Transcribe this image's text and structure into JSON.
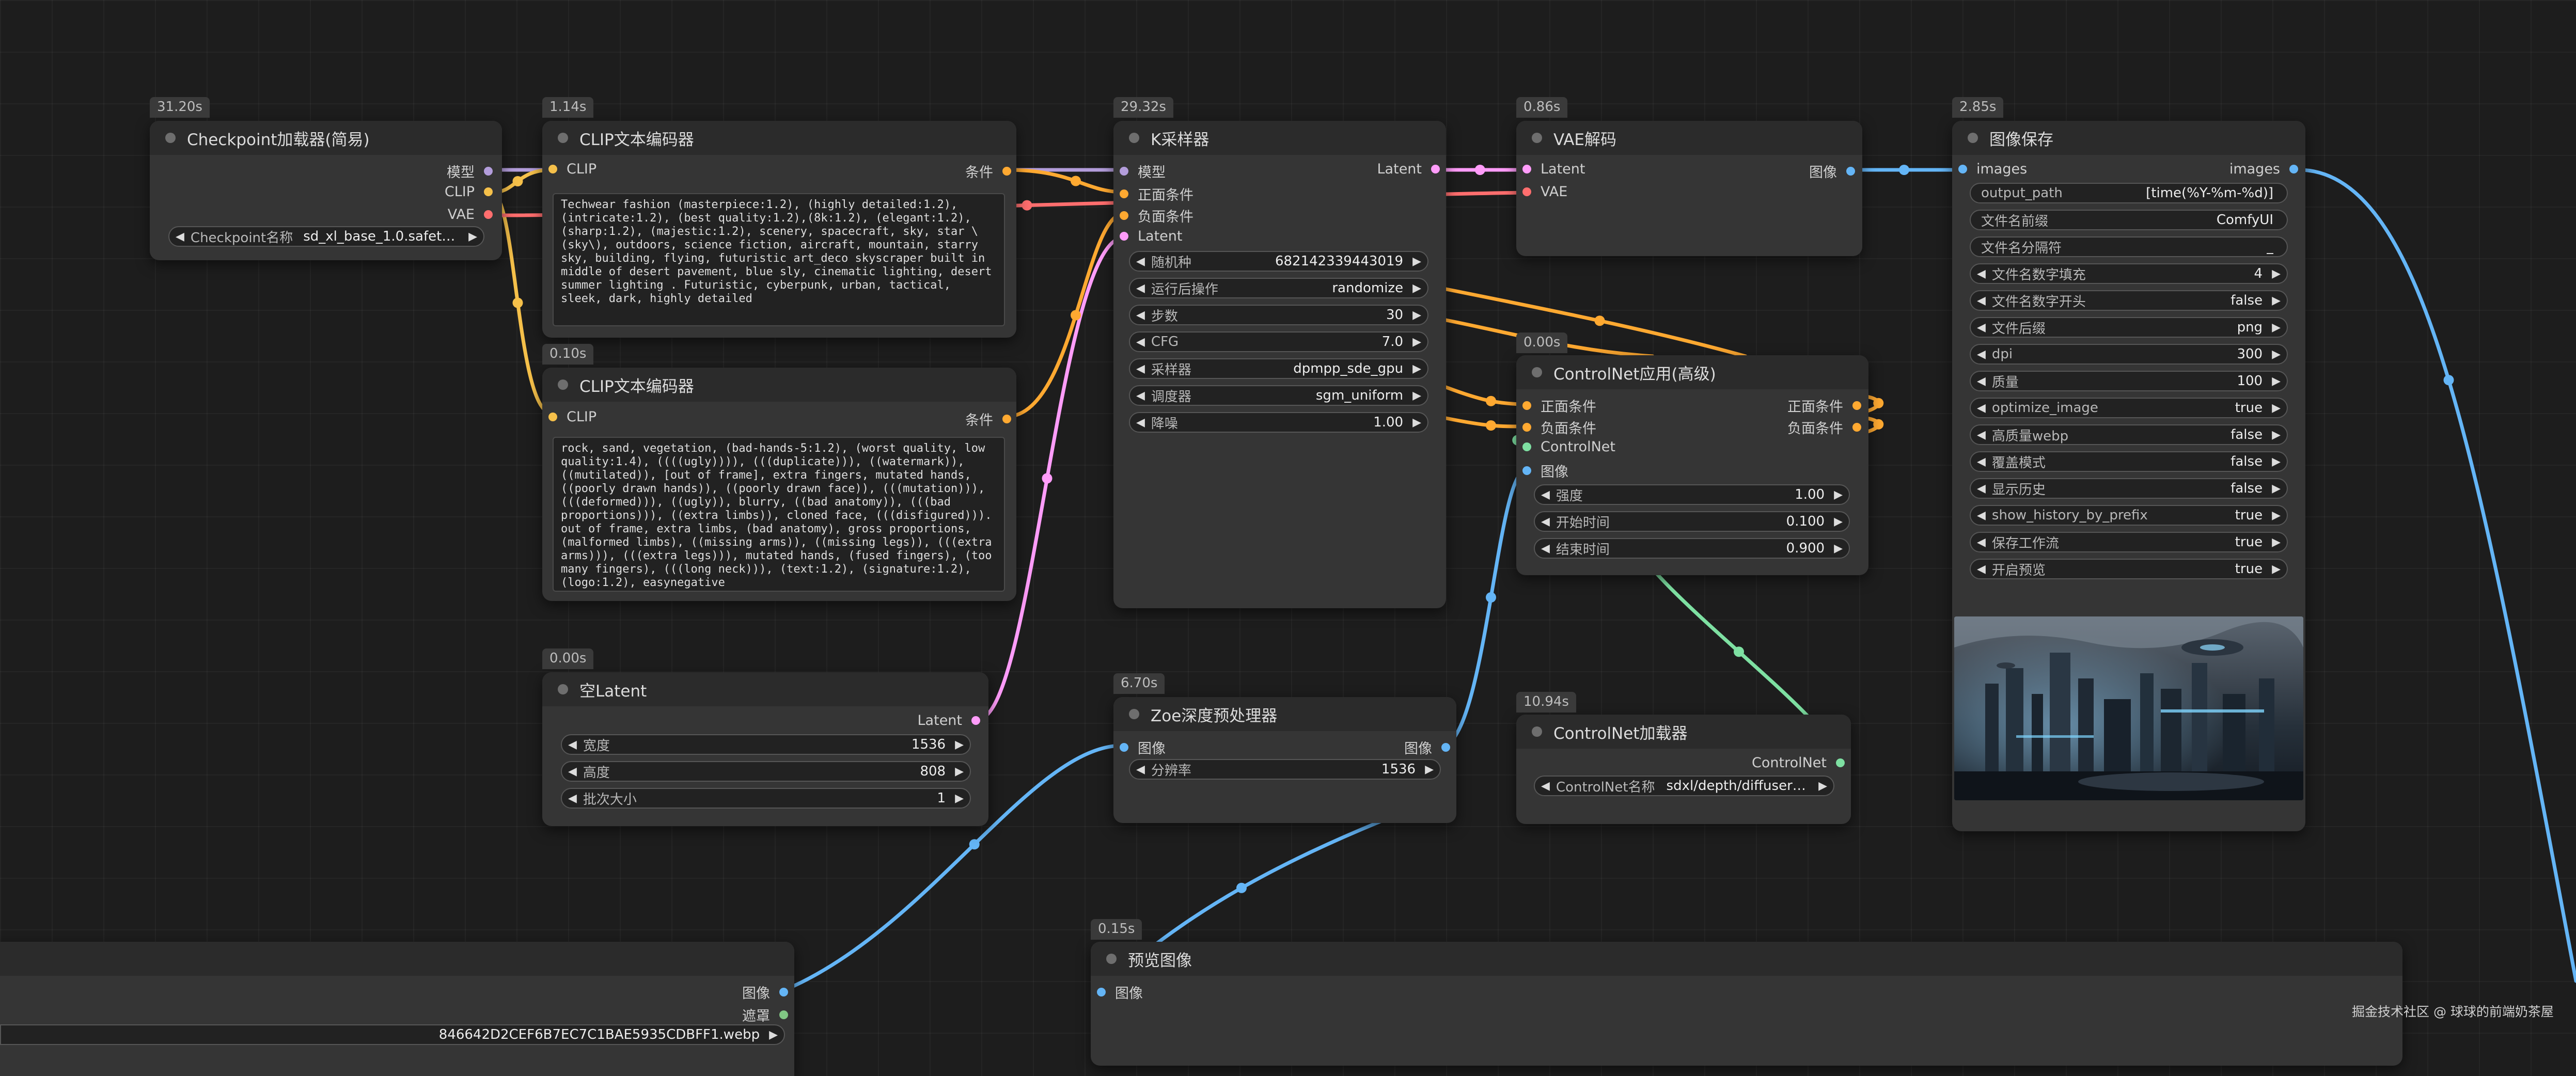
{
  "colors": {
    "clip": "#f5c04a",
    "model": "#b39ddb",
    "vae": "#ff6e6e",
    "latent": "#ff9cf9",
    "conditioning": "#ffa931",
    "image": "#64b5f6",
    "controlnet": "#7ee0a2",
    "mask": "#81c784"
  },
  "nodes": {
    "checkpoint": {
      "timer": "31.20s",
      "title": "Checkpoint加载器(简易)",
      "out_model": "模型",
      "out_clip": "CLIP",
      "out_vae": "VAE",
      "w_ckpt_label": "Checkpoint名称",
      "w_ckpt_value": "sd_xl_base_1.0.safeten..."
    },
    "clip1": {
      "timer": "1.14s",
      "title": "CLIP文本编码器",
      "in_clip": "CLIP",
      "out_cond": "条件",
      "text": "Techwear fashion (masterpiece:1.2), (highly detailed:1.2), (intricate:1.2), (best quality:1.2),(8k:1.2), (elegant:1.2), (sharp:1.2), (majestic:1.2), scenery, spacecraft, sky, star \\(sky\\), outdoors, science fiction, aircraft, mountain, starry sky, building, flying, futuristic art_deco skyscraper built in middle of desert pavement, blue sly, cinematic lighting, desert summer lighting . Futuristic, cyberpunk, urban, tactical, sleek, dark, highly detailed"
    },
    "clip2": {
      "timer": "0.10s",
      "title": "CLIP文本编码器",
      "in_clip": "CLIP",
      "out_cond": "条件",
      "text": "rock, sand, vegetation, (bad-hands-5:1.2), (worst quality, low quality:1.4), ((((ugly)))), (((duplicate))), ((watermark)), ((mutilated)), [out of frame], extra fingers, mutated hands, ((poorly drawn hands)), ((poorly drawn face)), (((mutation))), (((deformed))), ((ugly)), blurry, ((bad anatomy)), (((bad proportions))), ((extra limbs)), cloned face, (((disfigured))). out of frame, extra limbs, (bad anatomy), gross proportions, (malformed limbs), ((missing arms)), ((missing legs)), (((extra arms))), (((extra legs))), mutated hands, (fused fingers), (too many fingers), (((long neck))), (text:1.2), (signature:1.2), (logo:1.2), easynegative"
    },
    "empty_latent": {
      "timer": "0.00s",
      "title": "空Latent",
      "out_latent": "Latent",
      "w_width_label": "宽度",
      "w_width_value": "1536",
      "w_height_label": "高度",
      "w_height_value": "808",
      "w_batch_label": "批次大小",
      "w_batch_value": "1"
    },
    "ksampler": {
      "timer": "29.32s",
      "title": "K采样器",
      "in_model": "模型",
      "in_pos": "正面条件",
      "in_neg": "负面条件",
      "in_latent": "Latent",
      "out_latent": "Latent",
      "widgets": [
        {
          "label": "随机种",
          "value": "682142339443019"
        },
        {
          "label": "运行后操作",
          "value": "randomize"
        },
        {
          "label": "步数",
          "value": "30"
        },
        {
          "label": "CFG",
          "value": "7.0"
        },
        {
          "label": "采样器",
          "value": "dpmpp_sde_gpu"
        },
        {
          "label": "调度器",
          "value": "sgm_uniform"
        },
        {
          "label": "降噪",
          "value": "1.00"
        }
      ]
    },
    "zoe": {
      "timer": "6.70s",
      "title": "Zoe深度预处理器",
      "in_image": "图像",
      "out_image": "图像",
      "w_res_label": "分辨率",
      "w_res_value": "1536"
    },
    "vae_decode": {
      "timer": "0.86s",
      "title": "VAE解码",
      "in_latent": "Latent",
      "in_vae": "VAE",
      "out_image": "图像"
    },
    "cn_apply": {
      "timer": "0.00s",
      "title": "ControlNet应用(高级)",
      "in_pos": "正面条件",
      "in_neg": "负面条件",
      "in_cn": "ControlNet",
      "in_image": "图像",
      "out_pos": "正面条件",
      "out_neg": "负面条件",
      "widgets": [
        {
          "label": "强度",
          "value": "1.00"
        },
        {
          "label": "开始时间",
          "value": "0.100"
        },
        {
          "label": "结束时间",
          "value": "0.900"
        }
      ]
    },
    "cn_loader": {
      "timer": "10.94s",
      "title": "ControlNet加载器",
      "out_cn": "ControlNet",
      "w_name_label": "ControlNet名称",
      "w_name_value": "sdxl/depth/diffusers..."
    },
    "save": {
      "timer": "2.85s",
      "title": "图像保存",
      "in_images": "images",
      "out_images": "images",
      "text_widgets": [
        {
          "label": "output_path",
          "value": "[time(%Y-%m-%d)]"
        },
        {
          "label": "文件名前缀",
          "value": "ComfyUI"
        },
        {
          "label": "文件名分隔符",
          "value": "_"
        }
      ],
      "widgets": [
        {
          "label": "文件名数字填充",
          "value": "4"
        },
        {
          "label": "文件名数字开头",
          "value": "false"
        },
        {
          "label": "文件后缀",
          "value": "png"
        },
        {
          "label": "dpi",
          "value": "300"
        },
        {
          "label": "质量",
          "value": "100"
        },
        {
          "label": "optimize_image",
          "value": "true"
        },
        {
          "label": "高质量webp",
          "value": "false"
        },
        {
          "label": "覆盖模式",
          "value": "false"
        },
        {
          "label": "显示历史",
          "value": "false"
        },
        {
          "label": "show_history_by_prefix",
          "value": "true"
        },
        {
          "label": "保存工作流",
          "value": "true"
        },
        {
          "label": "开启预览",
          "value": "true"
        }
      ]
    },
    "preview": {
      "timer": "0.15s",
      "title": "预览图像",
      "in_image": "图像"
    },
    "load_image": {
      "out_image": "图像",
      "out_mask": "遮罩",
      "filename": "846642D2CEF6B7EC7C1BAE5935CDBFF1.webp"
    }
  },
  "watermark": "掘金技术社区 @ 球球的前端奶茶屋",
  "icons": {
    "left": "◀",
    "right": "▶"
  }
}
